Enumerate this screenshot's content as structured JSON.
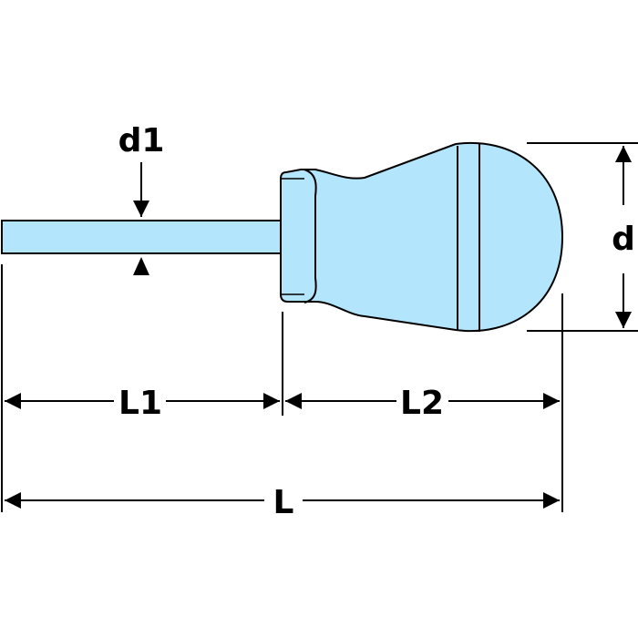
{
  "labels": {
    "shaft_diameter": "d1",
    "handle_diameter": "d",
    "shaft_length": "L1",
    "handle_length": "L2",
    "total_length": "L"
  },
  "colors": {
    "tool_fill": "#b3e5fc",
    "stroke": "#000000",
    "background": "#ffffff"
  }
}
